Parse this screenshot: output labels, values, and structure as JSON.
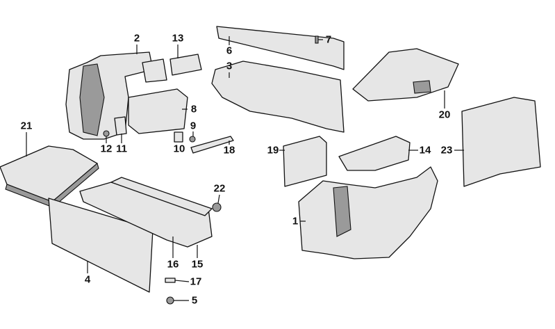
{
  "diagram": {
    "callouts": [
      {
        "id": "2",
        "text": "2"
      },
      {
        "id": "13",
        "text": "13"
      },
      {
        "id": "6",
        "text": "6"
      },
      {
        "id": "7",
        "text": "7"
      },
      {
        "id": "3",
        "text": "3"
      },
      {
        "id": "8",
        "text": "8"
      },
      {
        "id": "9",
        "text": "9"
      },
      {
        "id": "10",
        "text": "10"
      },
      {
        "id": "18",
        "text": "18"
      },
      {
        "id": "12",
        "text": "12"
      },
      {
        "id": "11",
        "text": "11"
      },
      {
        "id": "21",
        "text": "21"
      },
      {
        "id": "19",
        "text": "19"
      },
      {
        "id": "14",
        "text": "14"
      },
      {
        "id": "23",
        "text": "23"
      },
      {
        "id": "20",
        "text": "20"
      },
      {
        "id": "22",
        "text": "22"
      },
      {
        "id": "1",
        "text": "1"
      },
      {
        "id": "16",
        "text": "16"
      },
      {
        "id": "15",
        "text": "15"
      },
      {
        "id": "4",
        "text": "4"
      },
      {
        "id": "17",
        "text": "17"
      },
      {
        "id": "5",
        "text": "5"
      }
    ]
  }
}
